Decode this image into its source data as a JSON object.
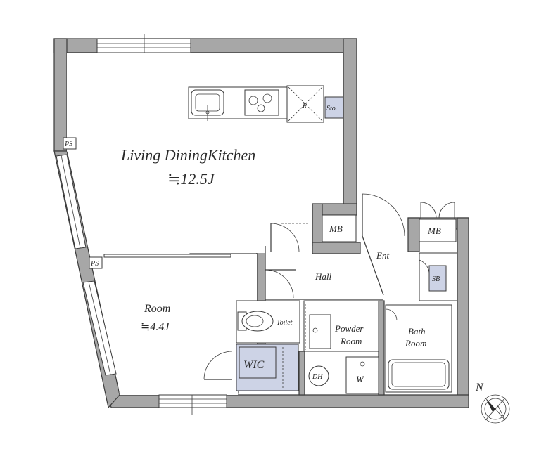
{
  "rooms": {
    "ldk": {
      "name": "Living DiningKitchen",
      "area": "≒12.5J"
    },
    "room": {
      "name": "Room",
      "area": "≒4.4J"
    },
    "hall": {
      "name": "Hall"
    },
    "entrance": {
      "name": "Ent"
    },
    "powder_room": {
      "line1": "Powder",
      "line2": "Room"
    },
    "bath_room": {
      "line1": "Bath",
      "line2": "Room"
    },
    "wic": {
      "name": "WIC"
    },
    "toilet": {
      "name": "Toilet"
    }
  },
  "fixtures": {
    "refrigerator": "R",
    "storage": "Sto.",
    "meter_box_1": "MB",
    "meter_box_2": "MB",
    "shoe_box": "SB",
    "pipe_space_1": "PS",
    "pipe_space_2": "PS",
    "dehumidifier": "DH",
    "washer": "W"
  },
  "compass": {
    "north_label": "N"
  },
  "colors": {
    "wall": "#a7a7a7",
    "storage": "#cdd3e6",
    "line": "#3a3a3a"
  }
}
